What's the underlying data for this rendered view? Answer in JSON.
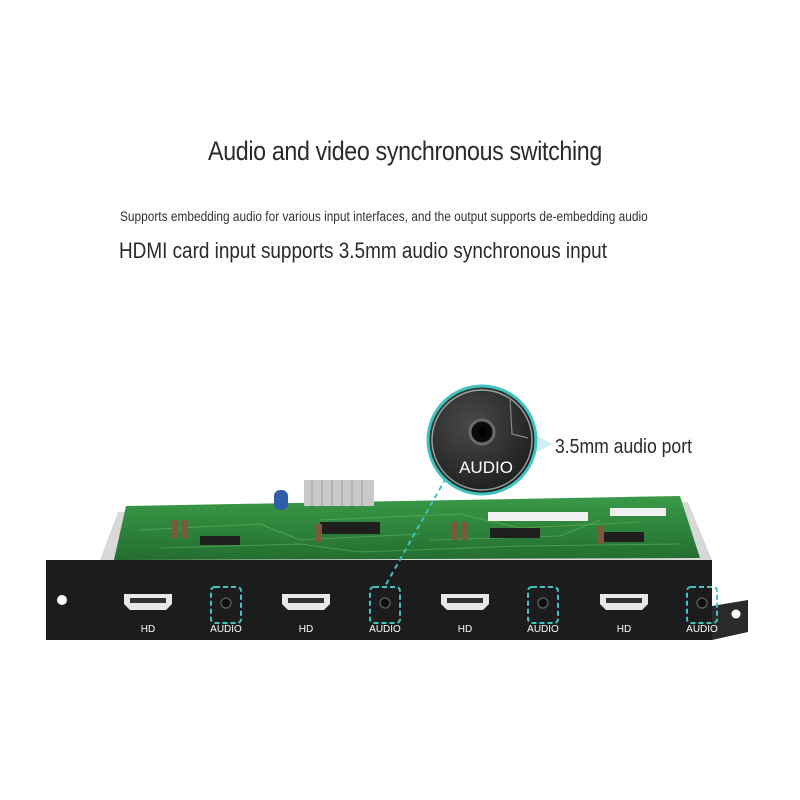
{
  "heading": "Audio and video synchronous switching",
  "lines": {
    "line1": "Supports embedding audio for various input interfaces, and the output supports de-embedding audio",
    "line2": "HDMI card input supports 3.5mm audio synchronous input"
  },
  "callout": {
    "zoom_label": "AUDIO",
    "port_label": "3.5mm audio port"
  },
  "ports": [
    {
      "hd_label": "HD",
      "audio_label": "AUDIO"
    },
    {
      "hd_label": "HD",
      "audio_label": "AUDIO"
    },
    {
      "hd_label": "HD",
      "audio_label": "AUDIO"
    },
    {
      "hd_label": "HD",
      "audio_label": "AUDIO"
    }
  ],
  "colors": {
    "pcb": "#2f8a3c",
    "panel": "#1a1a1a",
    "highlight": "#3ec3c0"
  }
}
